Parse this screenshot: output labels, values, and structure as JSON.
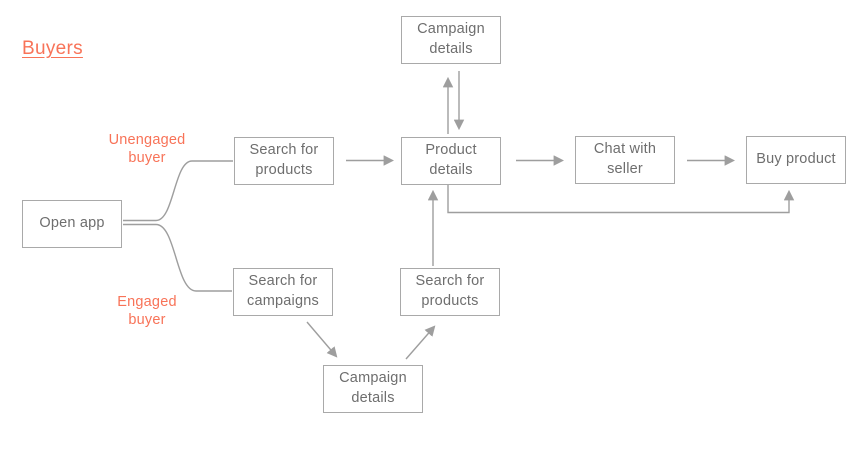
{
  "title": "Buyers",
  "labels": {
    "unengaged": "Unengaged buyer",
    "engaged": "Engaged buyer"
  },
  "nodes": {
    "open_app": "Open app",
    "search_products_top": "Search for products",
    "campaign_details_top": "Campaign details",
    "product_details": "Product details",
    "chat_with_seller": "Chat with seller",
    "buy_product": "Buy product",
    "search_campaigns": "Search for campaigns",
    "search_products_bottom": "Search for products",
    "campaign_details_bottom": "Campaign details"
  },
  "colors": {
    "accent": "#f87358",
    "box_border": "#a9a9a9",
    "box_text": "#6e6e6e",
    "arrow": "#9e9e9e",
    "bg": "#ffffff"
  }
}
